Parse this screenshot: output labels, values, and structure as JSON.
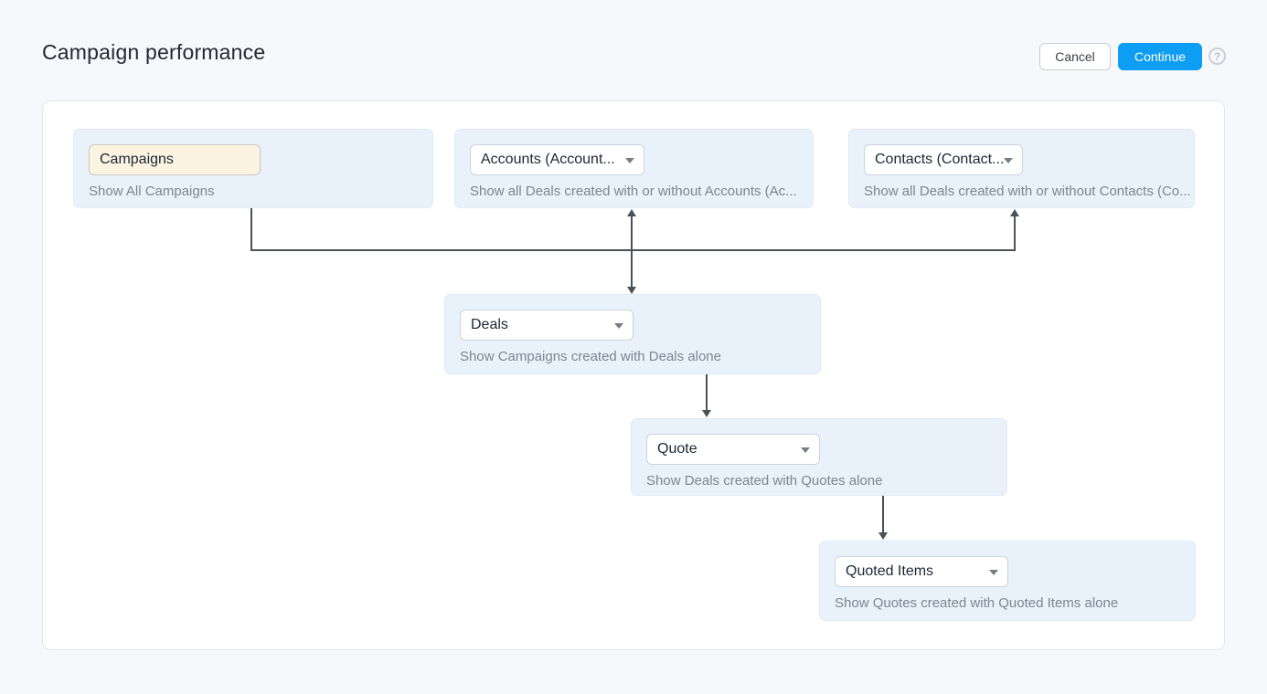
{
  "header": {
    "title": "Campaign performance",
    "cancel_label": "Cancel",
    "continue_label": "Continue",
    "help_icon": "?"
  },
  "diagram": {
    "campaigns": {
      "label": "Campaigns",
      "subtitle": "Show All Campaigns"
    },
    "accounts": {
      "label": "Accounts (Account...",
      "subtitle": "Show all Deals created with or without Accounts (Ac..."
    },
    "contacts": {
      "label": "Contacts (Contact...",
      "subtitle": "Show all Deals created with or without Contacts (Co..."
    },
    "deals": {
      "label": "Deals",
      "subtitle": "Show Campaigns created with Deals alone"
    },
    "quote": {
      "label": "Quote",
      "subtitle": "Show Deals created with Quotes alone"
    },
    "quoted_items": {
      "label": "Quoted Items",
      "subtitle": "Show Quotes created with Quoted Items alone"
    },
    "edges": [
      "campaigns -> branch junction",
      "branch -> accounts (arrow up)",
      "branch -> contacts (arrow up)",
      "branch -> deals (arrow down)",
      "deals -> quote (arrow down)",
      "quote -> quoted_items (arrow down)"
    ]
  },
  "colors": {
    "accent_blue": "#0d9df2",
    "card_bg": "#e9f1fb",
    "highlight_bg": "#fcf3e1",
    "connector": "#4b5157",
    "page_bg": "#f7f8fb"
  }
}
